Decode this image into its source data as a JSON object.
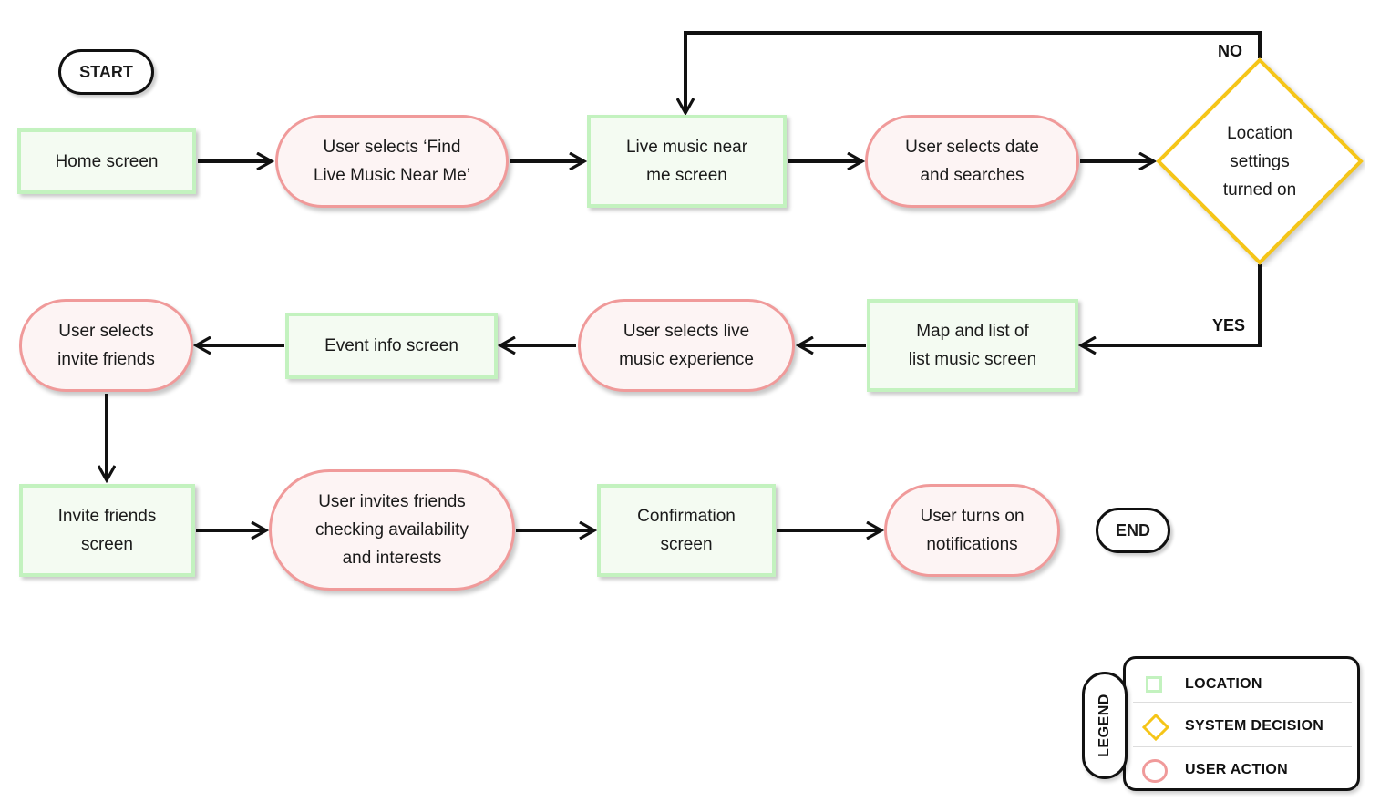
{
  "start_label": "START",
  "end_label": "END",
  "nodes": {
    "home": "Home screen",
    "find_live_music": "User selects ‘Find\nLive Music Near Me’",
    "live_music_near_me": "Live music near\nme screen",
    "select_date": "User selects date\nand searches",
    "location_settings": "Location\nsettings\nturned on",
    "map_list": "Map and list of\nlist music screen",
    "select_experience": "User selects live\nmusic experience",
    "event_info": "Event info screen",
    "select_invite": "User selects\ninvite friends",
    "invite_screen": "Invite friends\nscreen",
    "invites_friends": "User invites friends\nchecking availability\nand interests",
    "confirmation": "Confirmation\nscreen",
    "notifications": "User turns on\nnotifications"
  },
  "edge_labels": {
    "no": "NO",
    "yes": "YES"
  },
  "legend": {
    "title": "LEGEND",
    "items": [
      {
        "label": "LOCATION",
        "shape": "square",
        "color": "#c3f2bf"
      },
      {
        "label": "SYSTEM DECISION",
        "shape": "diamond",
        "color": "#f5c518"
      },
      {
        "label": "USER ACTION",
        "shape": "rounded",
        "color": "#f09a9a"
      }
    ]
  },
  "colors": {
    "location_border": "#c3f2bf",
    "decision_border": "#f5c518",
    "action_border": "#f09a9a",
    "connector": "#111111"
  }
}
